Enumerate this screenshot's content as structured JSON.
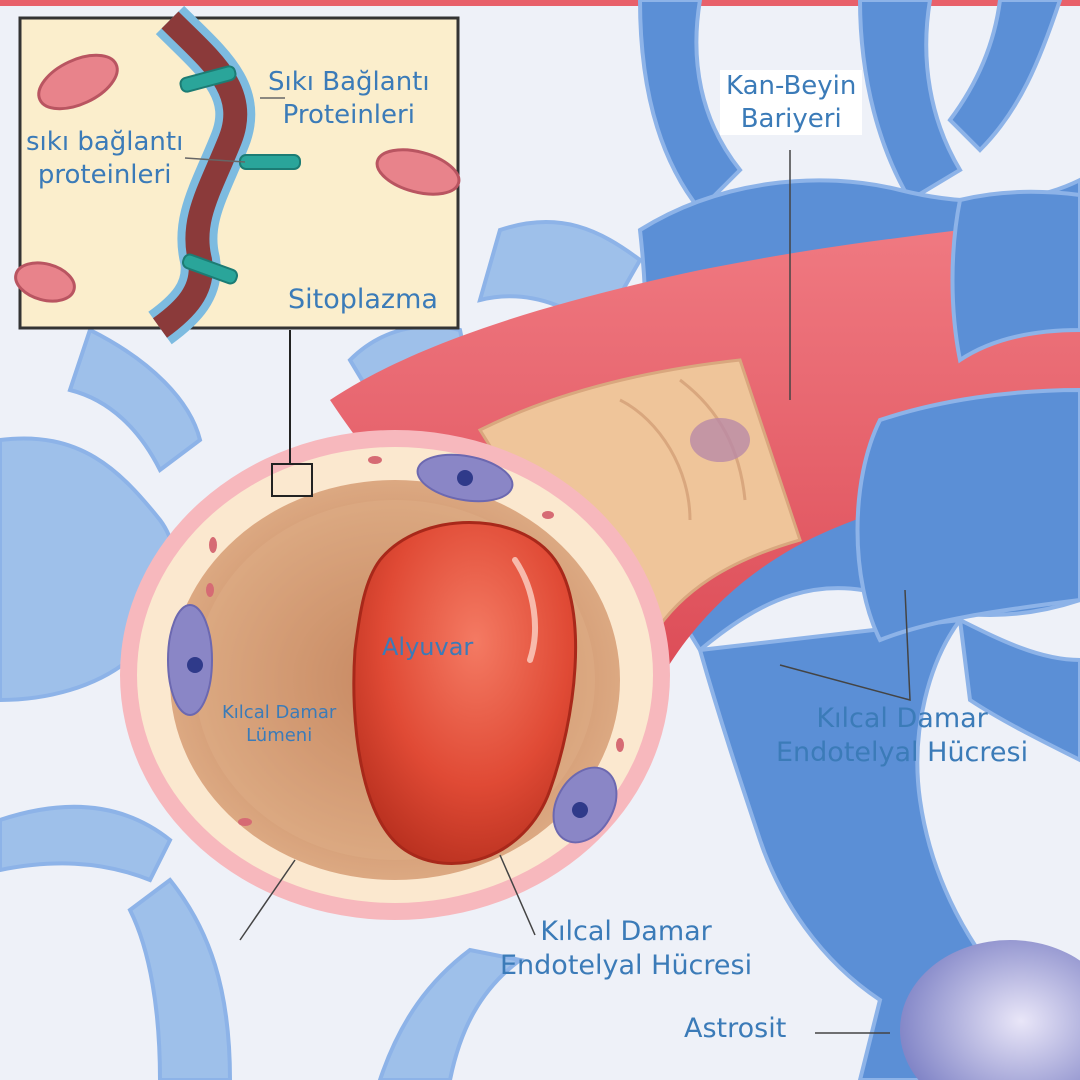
{
  "labels": {
    "tight_junction_proteins_cap": "Sıkı Bağlantı",
    "tight_junction_proteins_cap_2": "Proteinleri",
    "tight_junction_proteins_lower": "sıkı bağlantı",
    "tight_junction_proteins_lower_2": "proteinleri",
    "cytoplasm": "Sitoplazma",
    "blood_brain_barrier": "Kan-Beyin",
    "blood_brain_barrier_2": "Bariyeri",
    "red_blood_cell": "Alyuvar",
    "capillary_lumen": "Kılcal Damar",
    "capillary_lumen_2": "Lümeni",
    "endothelial_right": "Kılcal Damar",
    "endothelial_right_2": "Endotelyal Hücresi",
    "endothelial_bottom": "Kılcal Damar",
    "endothelial_bottom_2": "Endotelyal Hücresi",
    "astrocyte": "Astrosit"
  },
  "colors": {
    "astrocyte_blue": "#5b8fd6",
    "astrocyte_light": "#9ec0ea",
    "barrier_red": "#e8606a",
    "barrier_pink": "#f2a7ad",
    "lumen_tan": "#e3b48d",
    "rbc_red": "#e04a35",
    "label_blue": "#3b7bb8",
    "inset_bg": "#fbeecc"
  }
}
